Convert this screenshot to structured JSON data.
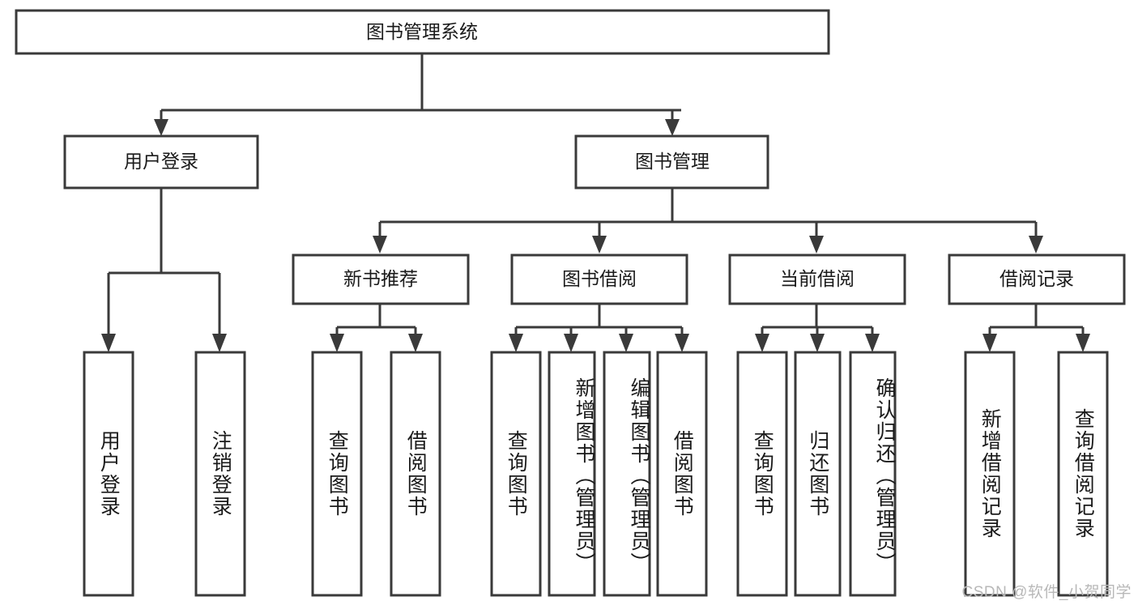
{
  "diagram": {
    "type": "tree-hierarchy-chart",
    "title": "图书管理系统",
    "watermark": "CSDN @软件_小贺同学",
    "colors": {
      "box_stroke": "#3a3a3a",
      "box_fill": "#ffffff",
      "text": "#1a1a1a",
      "connector": "#3a3a3a",
      "watermark": "#b8b8b8",
      "background": "#ffffff"
    },
    "levels": [
      {
        "level": 1,
        "nodes": [
          {
            "id": "root",
            "label": "图书管理系统",
            "orientation": "horizontal"
          }
        ]
      },
      {
        "level": 2,
        "nodes": [
          {
            "id": "user-login",
            "label": "用户登录",
            "orientation": "horizontal",
            "parent": "root"
          },
          {
            "id": "book-mgmt",
            "label": "图书管理",
            "orientation": "horizontal",
            "parent": "root"
          }
        ]
      },
      {
        "level": 3,
        "nodes": [
          {
            "id": "new-book-rec",
            "label": "新书推荐",
            "orientation": "horizontal",
            "parent": "book-mgmt"
          },
          {
            "id": "book-borrow",
            "label": "图书借阅",
            "orientation": "horizontal",
            "parent": "book-mgmt"
          },
          {
            "id": "current-borrow",
            "label": "当前借阅",
            "orientation": "horizontal",
            "parent": "book-mgmt"
          },
          {
            "id": "borrow-record",
            "label": "借阅记录",
            "orientation": "horizontal",
            "parent": "book-mgmt"
          }
        ]
      },
      {
        "level": 4,
        "nodes": [
          {
            "id": "leaf-user-login",
            "label": "用户登录",
            "orientation": "vertical",
            "parent": "user-login"
          },
          {
            "id": "leaf-logout",
            "label": "注销登录",
            "orientation": "vertical",
            "parent": "user-login"
          },
          {
            "id": "leaf-query-book-1",
            "label": "查询图书",
            "orientation": "vertical",
            "parent": "new-book-rec"
          },
          {
            "id": "leaf-borrow-book-1",
            "label": "借阅图书",
            "orientation": "vertical",
            "parent": "new-book-rec"
          },
          {
            "id": "leaf-query-book-2",
            "label": "查询图书",
            "orientation": "vertical",
            "parent": "book-borrow"
          },
          {
            "id": "leaf-add-book",
            "label": "新增图书（管理员）",
            "orientation": "vertical",
            "parent": "book-borrow"
          },
          {
            "id": "leaf-edit-book",
            "label": "编辑图书（管理员）",
            "orientation": "vertical",
            "parent": "book-borrow"
          },
          {
            "id": "leaf-borrow-book-2",
            "label": "借阅图书",
            "orientation": "vertical",
            "parent": "book-borrow"
          },
          {
            "id": "leaf-query-book-3",
            "label": "查询图书",
            "orientation": "vertical",
            "parent": "current-borrow"
          },
          {
            "id": "leaf-return-book",
            "label": "归还图书",
            "orientation": "vertical",
            "parent": "current-borrow"
          },
          {
            "id": "leaf-confirm-return",
            "label": "确认归还（管理员）",
            "orientation": "vertical",
            "parent": "current-borrow"
          },
          {
            "id": "leaf-add-record",
            "label": "新增借阅记录",
            "orientation": "vertical",
            "parent": "borrow-record"
          },
          {
            "id": "leaf-query-record",
            "label": "查询借阅记录",
            "orientation": "vertical",
            "parent": "borrow-record"
          }
        ]
      }
    ]
  }
}
